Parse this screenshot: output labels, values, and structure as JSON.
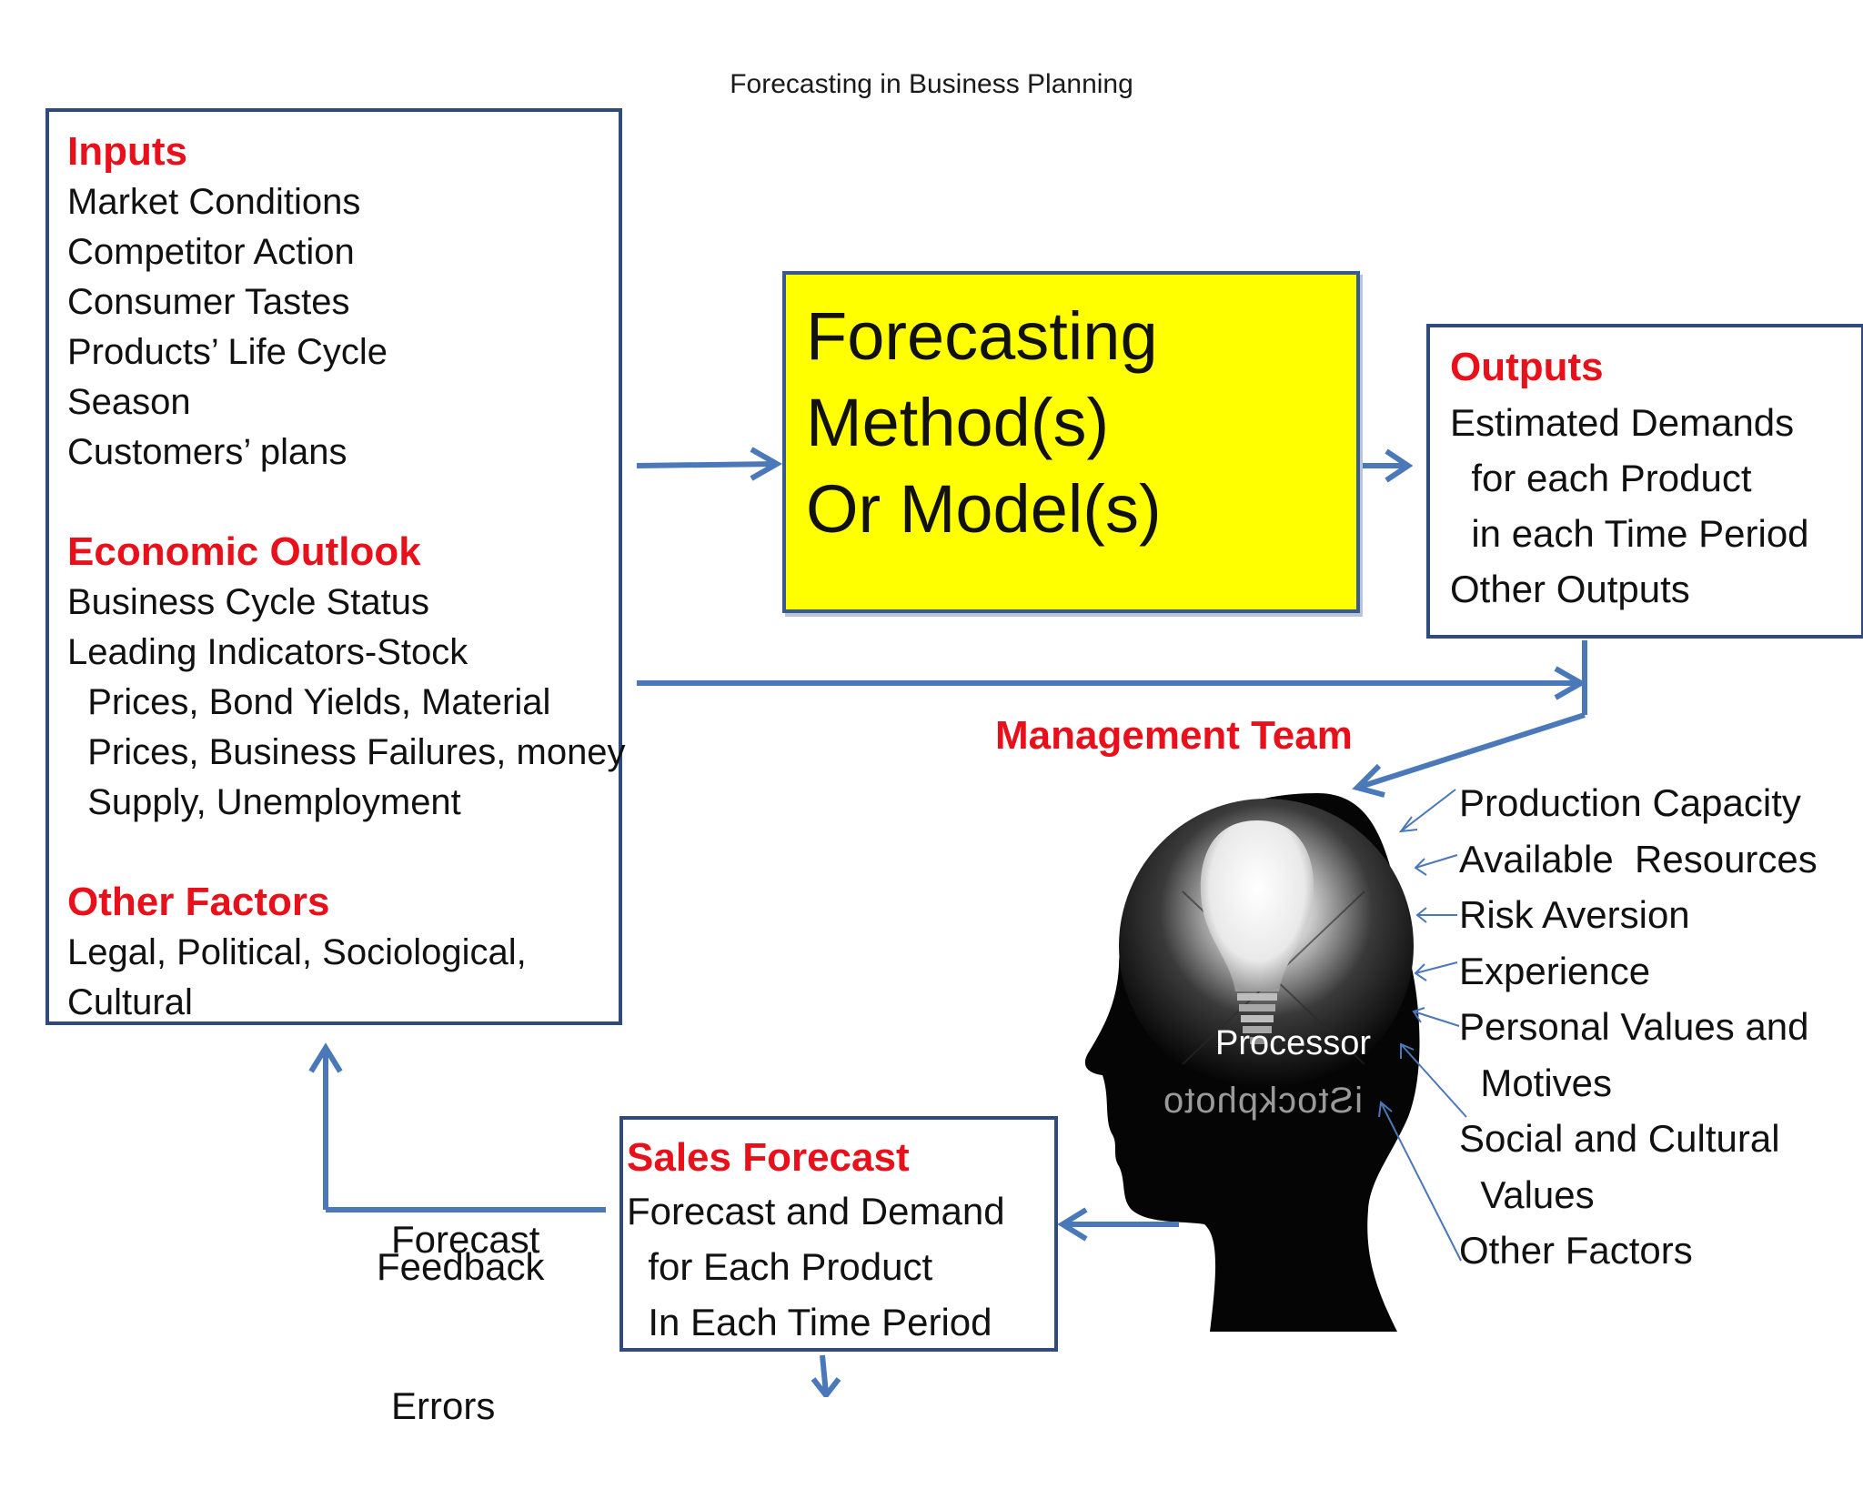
{
  "title": "Forecasting in Business Planning",
  "inputs": {
    "heading": "Inputs",
    "items": [
      "Market Conditions",
      "Competitor Action",
      "Consumer Tastes",
      "Products’ Life Cycle",
      "Season",
      "Customers’ plans"
    ],
    "economic_heading": "Economic Outlook",
    "economic_items": [
      "Business Cycle Status",
      "Leading Indicators-Stock",
      "  Prices, Bond Yields, Material",
      "  Prices, Business Failures, money",
      "  Supply, Unemployment"
    ],
    "other_heading": "Other Factors",
    "other_items": [
      "Legal, Political, Sociological,",
      "Cultural"
    ]
  },
  "forecasting": {
    "lines": [
      "Forecasting",
      "Method(s)",
      "Or Model(s)"
    ],
    "fill_color": "#ffff00"
  },
  "outputs": {
    "heading": "Outputs",
    "items": [
      "Estimated Demands",
      "  for each Product",
      "  in each Time Period",
      "Other Outputs"
    ]
  },
  "management": {
    "heading": "Management Team",
    "factors": [
      "Production Capacity",
      "Available  Resources",
      "Risk Aversion",
      "Experience",
      "Personal Values and",
      "  Motives",
      "Social and Cultural",
      "  Values",
      "Other Factors"
    ],
    "processor_label": "Processor",
    "watermark": "iStockphoto"
  },
  "sales_forecast": {
    "heading": "Sales Forecast",
    "items": [
      "Forecast and Demand",
      "  for Each Product",
      "  In Each Time Period"
    ]
  },
  "feedback": {
    "errors_label_1": "Forecast",
    "errors_label_2": "Errors",
    "feedback_label": "Feedback"
  },
  "colors": {
    "heading_red": "#e8111b",
    "arrow_blue": "#4a78b8",
    "box_border": "#2f4a7c"
  }
}
